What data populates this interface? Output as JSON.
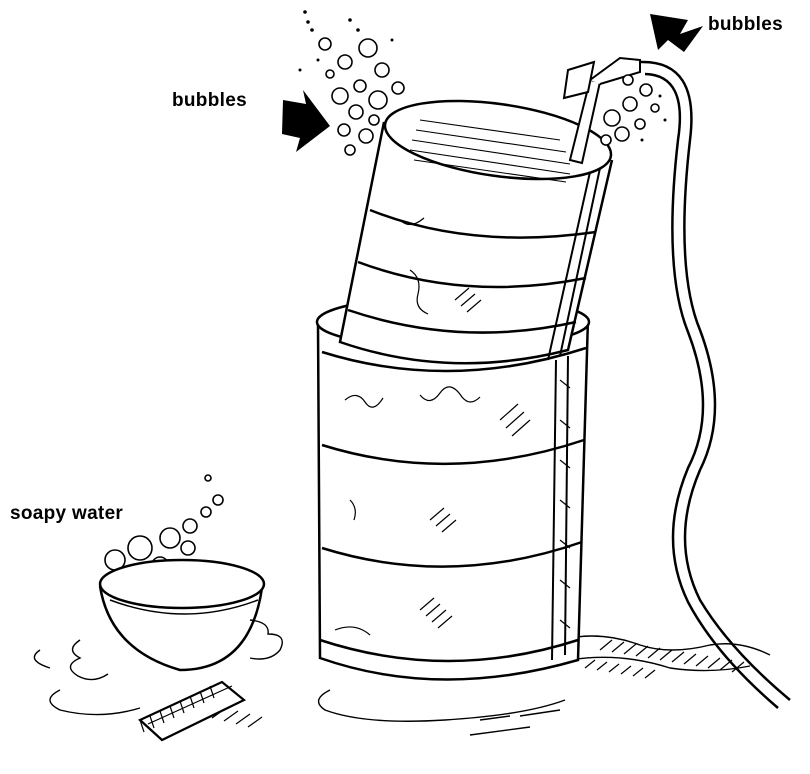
{
  "labels": {
    "bubbles_left": "bubbles",
    "bubbles_right": "bubbles",
    "soapy_water": "soapy water"
  },
  "colors": {
    "ink": "#000000",
    "background": "#ffffff"
  }
}
